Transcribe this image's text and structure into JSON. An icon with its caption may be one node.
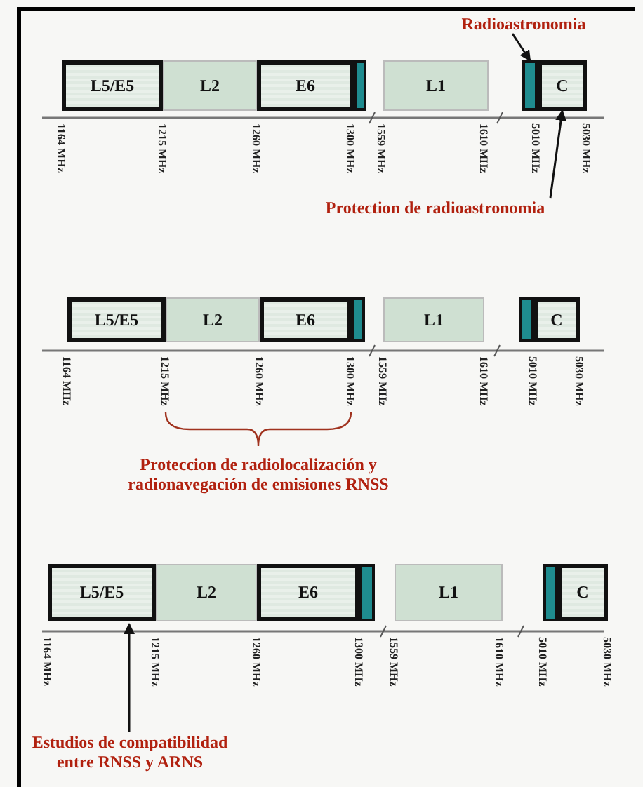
{
  "diagram": {
    "nodes": [
      {
        "text": [
          "Radioastronomia"
        ]
      },
      {
        "text": [
          "L5/E5"
        ]
      },
      {
        "text": [
          "L2"
        ]
      },
      {
        "text": [
          "E6"
        ]
      },
      {
        "text": [],
        "shape": "bar"
      },
      {
        "text": [
          "L1"
        ]
      },
      {
        "text": [],
        "shape": "bar"
      },
      {
        "text": [
          "C"
        ]
      },
      {
        "text": [
          "Protection de radioastronomia"
        ]
      },
      {
        "text": [
          "L5/E5"
        ]
      },
      {
        "text": [
          "L2"
        ]
      },
      {
        "text": [
          "E6"
        ]
      },
      {
        "text": [],
        "shape": "bar"
      },
      {
        "text": [
          "L1"
        ]
      },
      {
        "text": [],
        "shape": "bar"
      },
      {
        "text": [
          "C"
        ]
      },
      {
        "text": [
          "L5/E5"
        ]
      },
      {
        "text": [
          "L2"
        ]
      },
      {
        "text": [
          "E6"
        ]
      },
      {
        "text": [],
        "shape": "bar"
      },
      {
        "text": [
          "L1"
        ]
      },
      {
        "text": [],
        "shape": "bar"
      },
      {
        "text": [
          "C"
        ]
      },
      {
        "text": [
          "Estudios de compatibilidad entre RNSS y ARNS"
        ]
      }
    ],
    "edges": [
      {
        "from": 0,
        "to": 6,
        "arrow": "to"
      },
      {
        "from": 8,
        "to": 7,
        "arrow": "to"
      },
      {
        "from": 23,
        "to": 16,
        "arrow": "to"
      }
    ],
    "labels": [
      "1164 MHz",
      "1215 MHz",
      "1260 MHz",
      "1300 MHz",
      "1559 MHz",
      "1610 MHz",
      "5010 MHz",
      "5030 MHz",
      "1164 MHz",
      "1215 MHz",
      "1260 MHz",
      "1300 MHz",
      "1559 MHz",
      "1610 MHz",
      "5010 MHz",
      "5030 MHz",
      "Proteccion de radiolocalización y radionavegación de emisiones RNSS",
      "1164 MHz",
      "1215 MHz",
      "1260 MHz",
      "1300 MHz",
      "1559 MHz",
      "1610 MHz",
      "5010 MHz",
      "5030 MHz"
    ]
  }
}
